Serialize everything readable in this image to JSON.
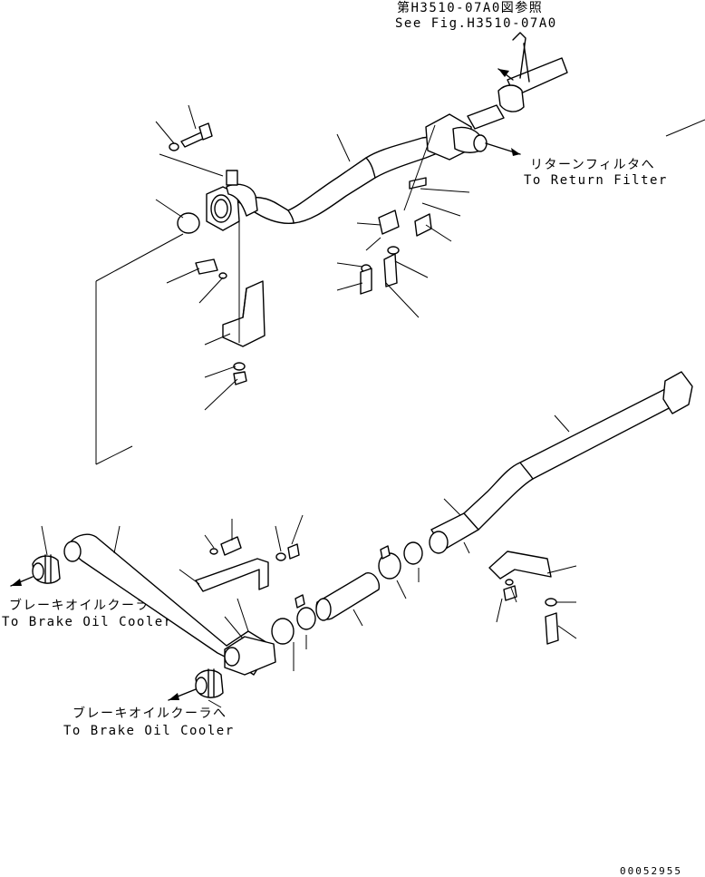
{
  "annotations": {
    "see_fig_jp": "第H3510-07A0図参照",
    "see_fig_en": "See Fig.H3510-07A0",
    "return_filter_jp": "リターンフィルタへ",
    "return_filter_en": "To Return Filter",
    "brake_cooler_1_jp": "ブレーキオイルクーラへ",
    "brake_cooler_1_en": "To Brake Oil Cooler",
    "brake_cooler_2_jp": "ブレーキオイルクーラへ",
    "brake_cooler_2_en": "To Brake Oil Cooler",
    "drawing_number": "00052955"
  }
}
